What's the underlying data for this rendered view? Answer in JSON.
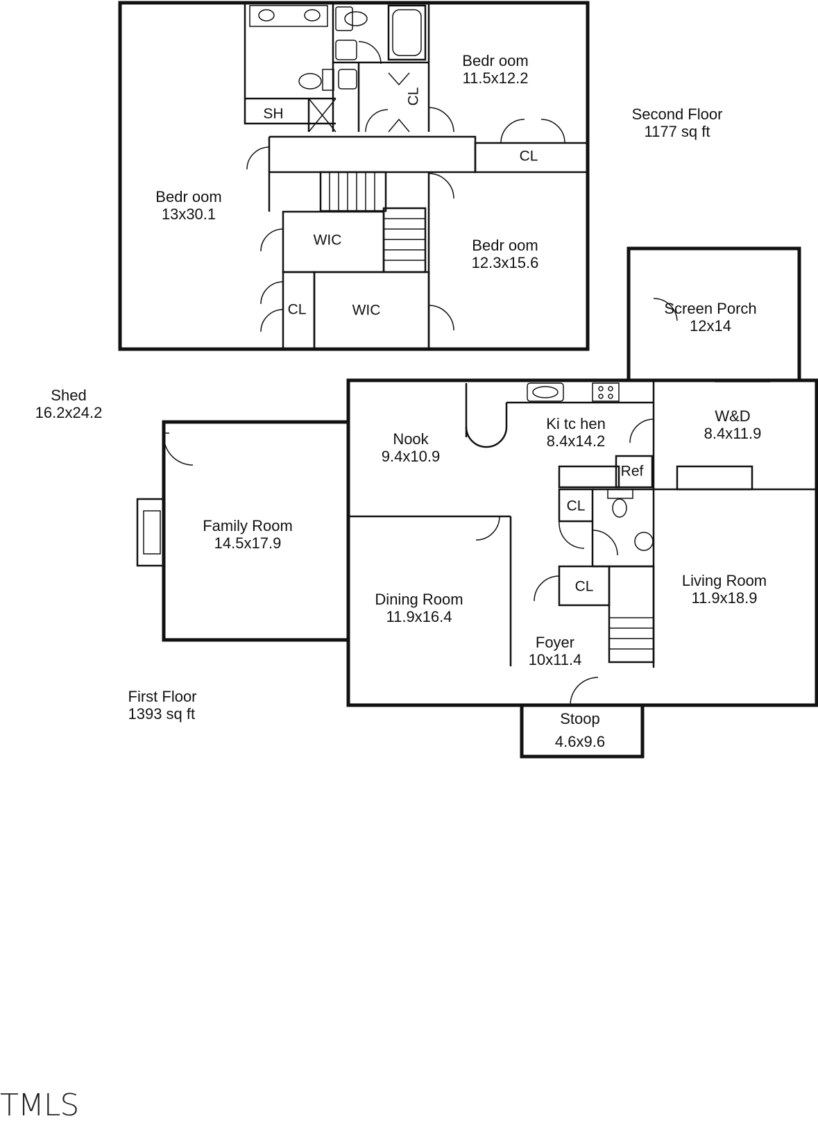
{
  "floors": {
    "second": {
      "label": "Second Floor",
      "area": "1177 sq ft"
    },
    "first": {
      "label": "First Floor",
      "area": "1393 sq ft"
    }
  },
  "rooms": {
    "bedroom_a": {
      "name": "Bedr oom",
      "dims": "11.5x12.2"
    },
    "bedroom_b": {
      "name": "Bedr oom",
      "dims": "13x30.1"
    },
    "bedroom_c": {
      "name": "Bedr oom",
      "dims": "12.3x15.6"
    },
    "sh": {
      "name": "SH"
    },
    "cl_bath": {
      "name": "CL"
    },
    "cl_hall": {
      "name": "CL"
    },
    "wic_upper": {
      "name": "WIC"
    },
    "wic_lower": {
      "name": "WIC"
    },
    "cl_upper_left": {
      "name": "CL"
    },
    "screen_porch": {
      "name": "Screen Porch",
      "dims": "12x14"
    },
    "shed": {
      "name": "Shed",
      "dims": "16.2x24.2"
    },
    "nook": {
      "name": "Nook",
      "dims": "9.4x10.9"
    },
    "kitchen": {
      "name": "Ki tc hen",
      "dims": "8.4x14.2"
    },
    "wd": {
      "name": "W&D",
      "dims": "8.4x11.9"
    },
    "ref": {
      "name": "Ref"
    },
    "family_room": {
      "name": "Family Room",
      "dims": "14.5x17.9"
    },
    "cl_bath_first": {
      "name": "CL"
    },
    "cl_foyer": {
      "name": "CL"
    },
    "living_room": {
      "name": "Living Room",
      "dims": "11.9x18.9"
    },
    "dining_room": {
      "name": "Dining Room",
      "dims": "11.9x16.4"
    },
    "foyer": {
      "name": "Foyer",
      "dims": "10x11.4"
    },
    "stoop": {
      "name": "Stoop",
      "dims": "4.6x9.6"
    }
  },
  "watermark": "TMLS"
}
